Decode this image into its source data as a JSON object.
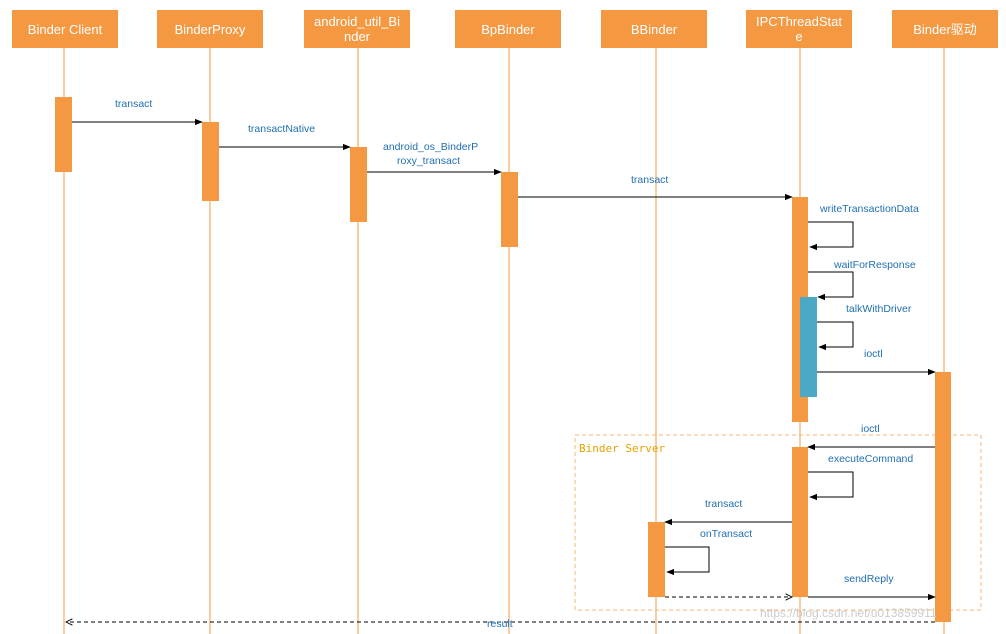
{
  "participants": [
    {
      "id": "client",
      "label": "Binder Client"
    },
    {
      "id": "proxy",
      "label": "BinderProxy"
    },
    {
      "id": "util",
      "label": "android_util_Binder"
    },
    {
      "id": "bp",
      "label": "BpBinder"
    },
    {
      "id": "bbinder",
      "label": "BBinder"
    },
    {
      "id": "ipc",
      "label": "IPCThreadState"
    },
    {
      "id": "driver",
      "label": "Binder驱动"
    }
  ],
  "messages": {
    "m1": "transact",
    "m2": "transactNative",
    "m3": "android_os_BinderP",
    "m3b": "roxy_transact",
    "m4": "transact",
    "m5": "writeTransactionData",
    "m6": "waitForResponse",
    "m7": "talkWithDriver",
    "m8": "ioctl",
    "m9": "ioctl",
    "m10": "executeCommand",
    "m11": "transact",
    "m12": "onTransact",
    "m13": "sendReply",
    "m14": "result"
  },
  "fragment": {
    "label": "Binder Server"
  },
  "watermark": "https://blog.csdn.net/u013859911",
  "colors": {
    "participant": "#f59842",
    "activation_alt": "#4aaac6",
    "label": "#1f6fb2",
    "fragment": "#f5b97a"
  }
}
